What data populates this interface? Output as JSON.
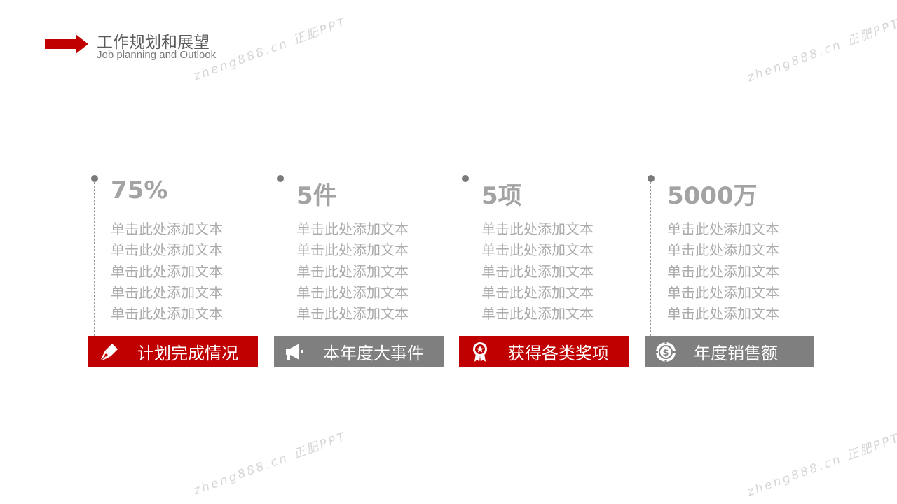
{
  "header": {
    "title": "工作规划和展望",
    "subtitle": "Job planning and Outlook",
    "arrow_icon": "right-arrow-icon",
    "accent_color": "#c00000"
  },
  "columns": [
    {
      "value": "75%",
      "lines": [
        "单击此处添加文本",
        "单击此处添加文本",
        "单击此处添加文本",
        "单击此处添加文本",
        "单击此处添加文本"
      ],
      "label": "计划完成情况",
      "icon": "pen-icon",
      "box_color": "#c00000"
    },
    {
      "value": "5件",
      "lines": [
        "单击此处添加文本",
        "单击此处添加文本",
        "单击此处添加文本",
        "单击此处添加文本",
        "单击此处添加文本"
      ],
      "label": "本年度大事件",
      "icon": "megaphone-icon",
      "box_color": "#7f7f7f"
    },
    {
      "value": "5项",
      "lines": [
        "单击此处添加文本",
        "单击此处添加文本",
        "单击此处添加文本",
        "单击此处添加文本",
        "单击此处添加文本"
      ],
      "label": "获得各类奖项",
      "icon": "award-icon",
      "box_color": "#c00000"
    },
    {
      "value": "5000万",
      "lines": [
        "单击此处添加文本",
        "单击此处添加文本",
        "单击此处添加文本",
        "单击此处添加文本",
        "单击此处添加文本"
      ],
      "label": "年度销售额",
      "icon": "dollar-coin-icon",
      "box_color": "#7f7f7f"
    }
  ],
  "watermarks": [
    {
      "text": "zheng888.cn 正肥PPT"
    },
    {
      "text": "zheng888.cn 正肥PPT"
    },
    {
      "text": "zheng888.cn 正肥PPT"
    },
    {
      "text": "zheng888.cn 正肥PPT"
    }
  ]
}
